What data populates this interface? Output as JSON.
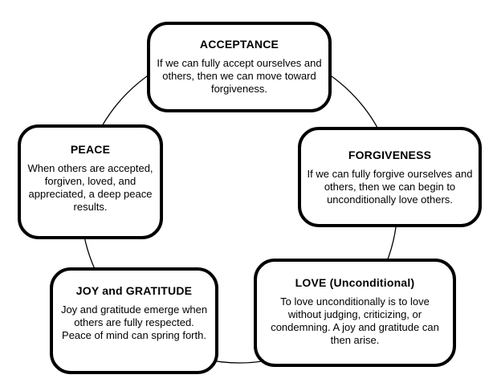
{
  "colors": {
    "background": "#ffffff",
    "box_fill": "#ffffff",
    "box_border": "#000000",
    "cycle_line": "#000000",
    "text": "#000000"
  },
  "nodes": [
    {
      "id": "acceptance",
      "title": "ACCEPTANCE",
      "body": "If we can fully accept ourselves and others, then we can move toward forgiveness."
    },
    {
      "id": "forgiveness",
      "title": "FORGIVENESS",
      "body": "If we can fully forgive ourselves and others, then we can begin to unconditionally love others."
    },
    {
      "id": "love",
      "title": "LOVE (Unconditional)",
      "body": "To love unconditionally is to love without judging, criticizing, or condemning. A joy and gratitude can then arise."
    },
    {
      "id": "joy",
      "title": "JOY and GRATITUDE",
      "body": "Joy and gratitude emerge when others are fully respected. Peace of mind can spring forth."
    },
    {
      "id": "peace",
      "title": "PEACE",
      "body": "When others are accepted, forgiven, loved, and appreciated, a deep peace results."
    }
  ]
}
